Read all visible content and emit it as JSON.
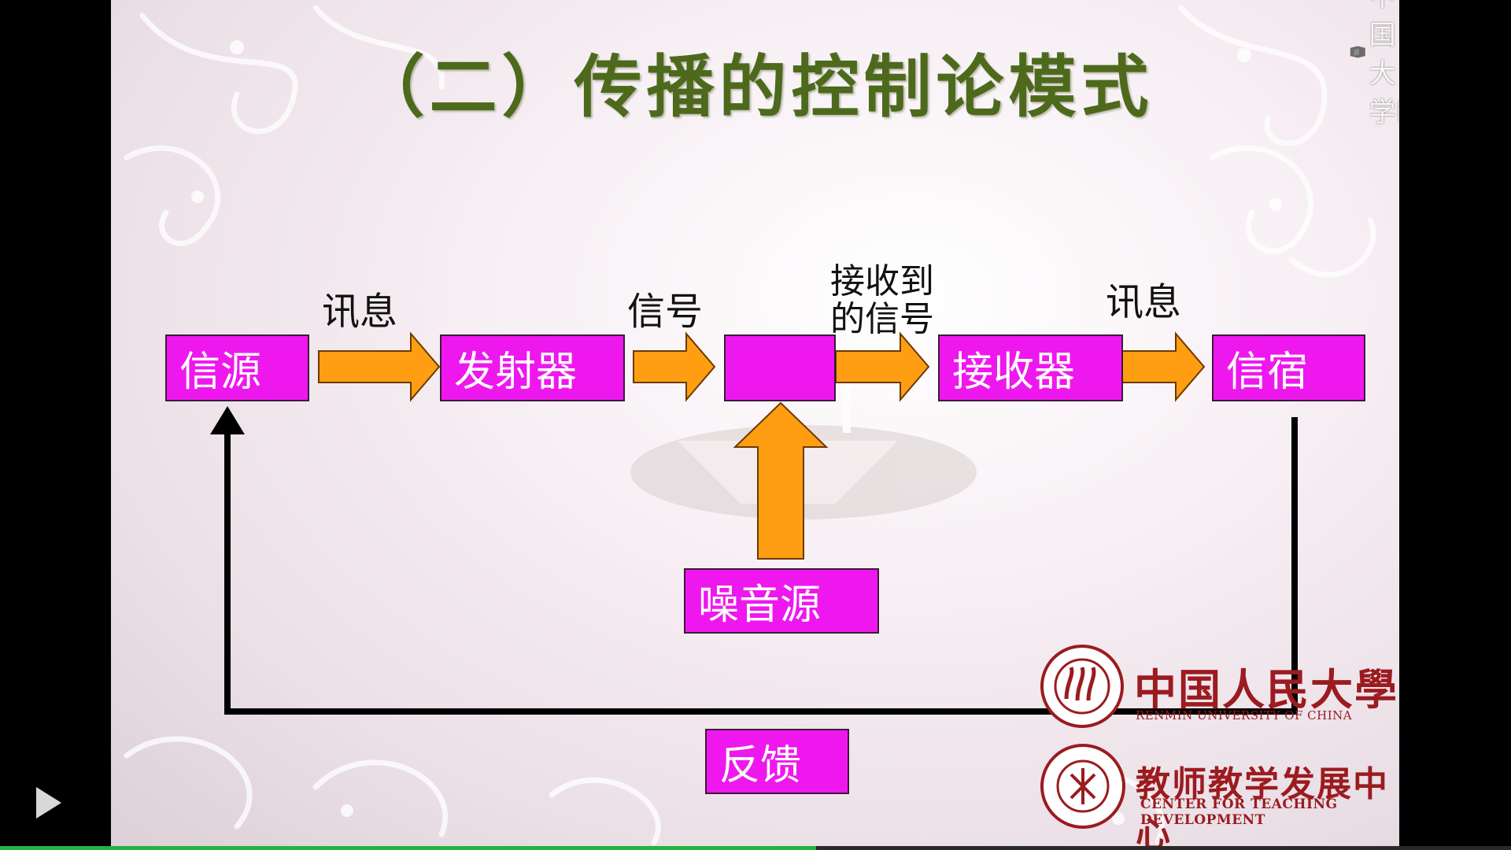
{
  "slide": {
    "title": "（二）传播的控制论模式",
    "watermark": "中国大学M",
    "diagram": {
      "nodes": {
        "source": "信源",
        "transmitter": "发射器",
        "channel": "",
        "receiver": "接收器",
        "destination": "信宿",
        "noise_source": "噪音源",
        "feedback": "反馈"
      },
      "edge_labels": {
        "message_1": "讯息",
        "signal": "信号",
        "received_signal_line1": "接收到",
        "received_signal_line2": "的信号",
        "message_2": "讯息"
      },
      "colors": {
        "node_fill": "#ee18ee",
        "arrow_fill": "#ff9e12",
        "feedback_line": "#000000"
      }
    },
    "logos": {
      "renmin_cn": "中国人民大學",
      "renmin_en": "RENMIN UNIVERSITY OF CHINA",
      "ctd_cn": "教师教学发展中心",
      "ctd_en": "CENTER FOR TEACHING DEVELOPMENT"
    }
  },
  "player": {
    "progress": 0.54,
    "play_icon": "play-icon",
    "progress_color": "#27b23a"
  }
}
